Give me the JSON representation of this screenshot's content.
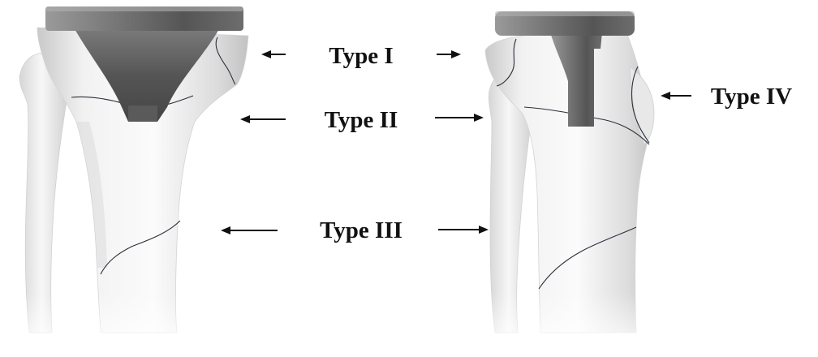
{
  "labels": {
    "type_1": "Type I",
    "type_2": "Type II",
    "type_3": "Type III",
    "type_4": "Type IV"
  },
  "colors": {
    "bone_light": "#f4f4f4",
    "bone_shadow": "#c9c9c9",
    "implant_dark": "#5a5a5a",
    "implant_light": "#8c8c8c",
    "crack_line": "#2a2f3a",
    "label_text": "#111111"
  }
}
